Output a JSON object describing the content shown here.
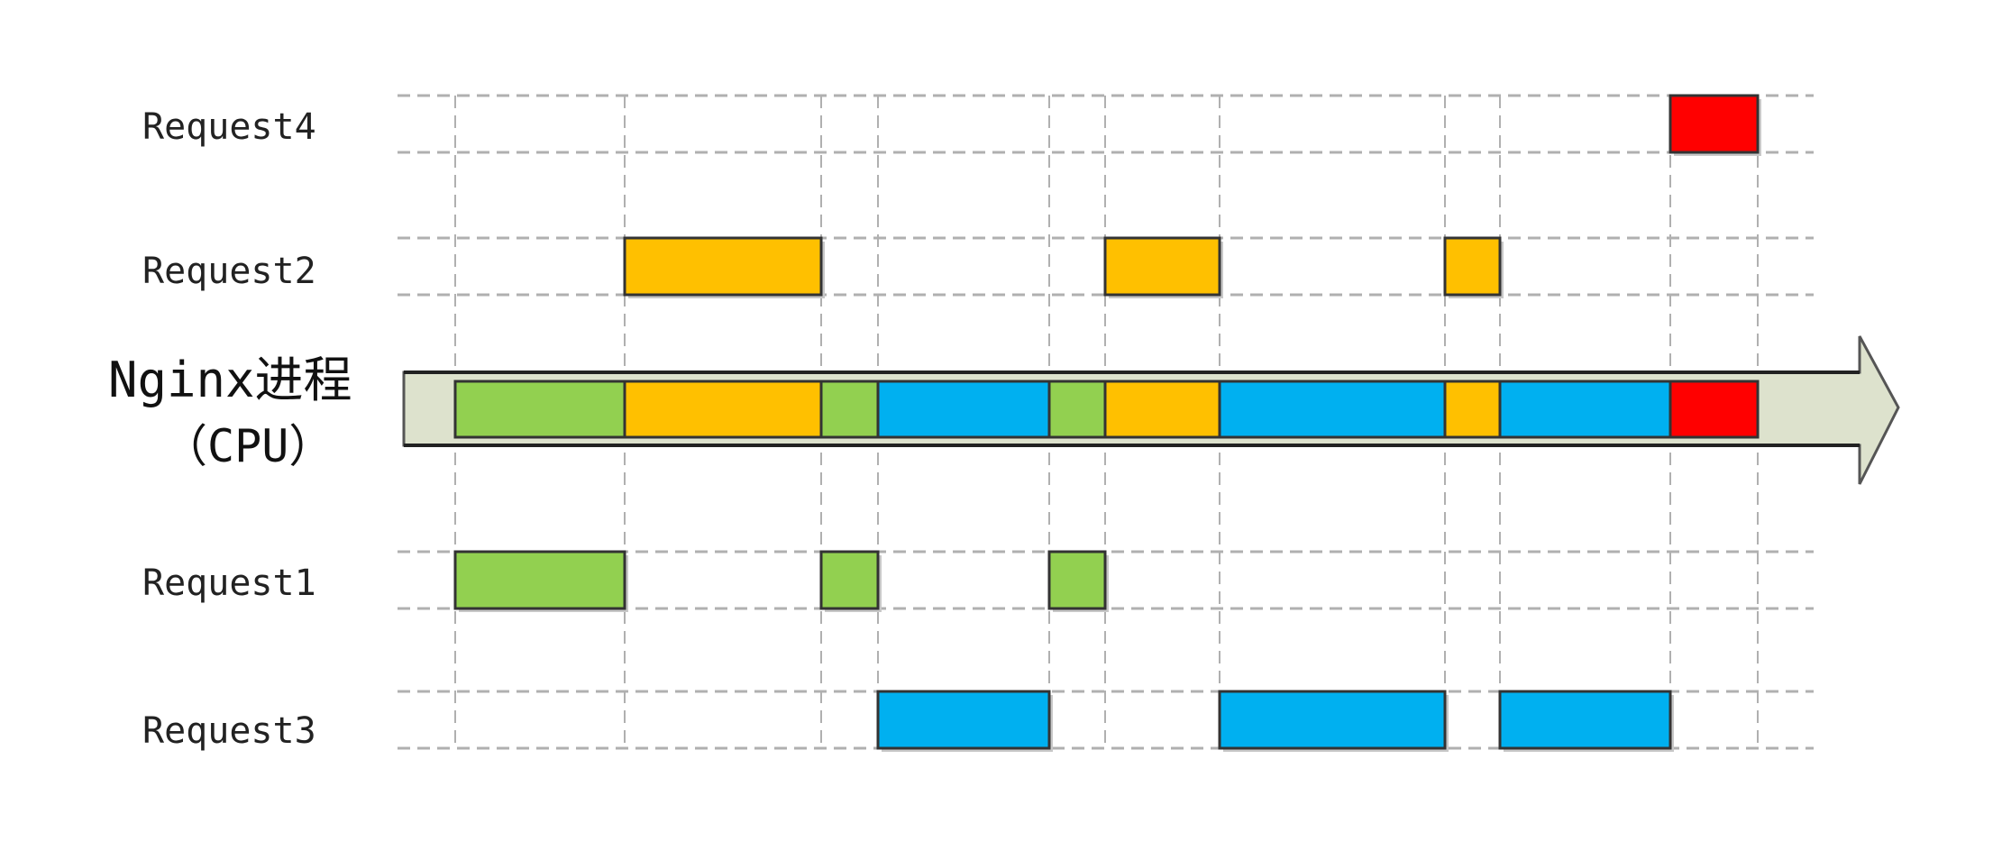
{
  "process_label": {
    "line1": "Nginx进程",
    "line2": "（CPU）"
  },
  "lanes": [
    {
      "label": "Request4",
      "color": "#ff0000"
    },
    {
      "label": "Request2",
      "color": "#ffc000"
    },
    {
      "label": "Request1",
      "color": "#92d050"
    },
    {
      "label": "Request3",
      "color": "#00b0f0"
    }
  ],
  "cpu_sequence": [
    "Request1",
    "Request2",
    "Request1",
    "Request3",
    "Request1",
    "Request2",
    "Request3",
    "Request2",
    "Request3",
    "Request4"
  ],
  "colors": {
    "arrow_fill": "#dde2cd",
    "grid_line": "#b0b0b0",
    "block_border": "#333333"
  }
}
